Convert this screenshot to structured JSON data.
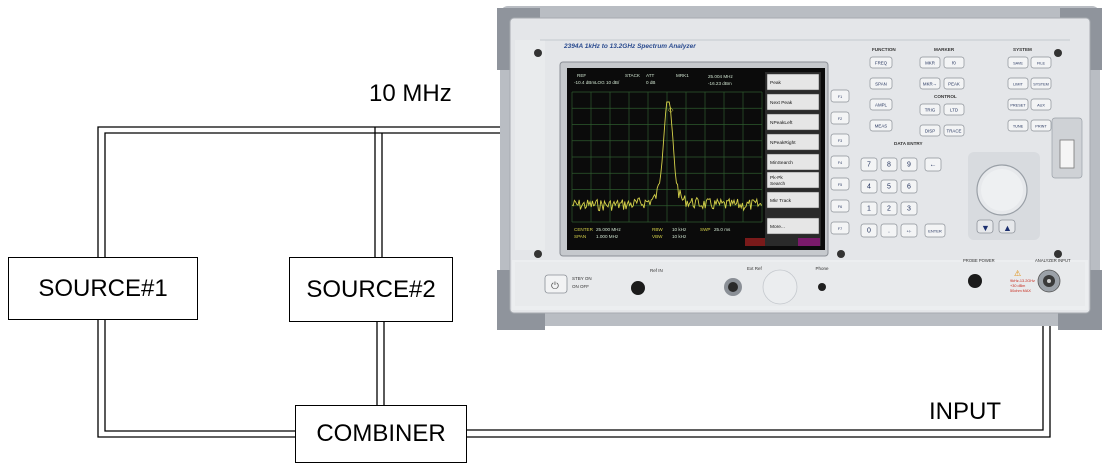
{
  "diagram": {
    "labels": {
      "ref_clock": "10 MHz",
      "input": "INPUT",
      "source1": "SOURCE#1",
      "source2": "SOURCE#2",
      "combiner": "COMBINER"
    },
    "analyzer": {
      "model_title": "2394A 1kHz to 13.2GHz Spectrum Analyzer",
      "sections": {
        "function": "FUNCTION",
        "marker": "MARKER",
        "system": "SYSTEM",
        "control": "CONTROL",
        "data_entry": "DATA ENTRY"
      },
      "function_keys": [
        "FREQ",
        "SPAN",
        "AMPL",
        "MEAS"
      ],
      "marker_keys": [
        "MKR",
        "f0",
        "MKR→",
        "PEAK"
      ],
      "control_keys": [
        "TRIG",
        "LTD",
        "DISP",
        "TRACE"
      ],
      "system_keys": [
        "SAVE",
        "FILE",
        "LIMIT",
        "SYSTEM",
        "PRESET",
        "AUX",
        "TUNE",
        "PRINT"
      ],
      "softkeys": [
        "F1",
        "F2",
        "F3",
        "F4",
        "F5",
        "F6",
        "F7"
      ],
      "keypad": [
        "7",
        "8",
        "9",
        "←",
        "4",
        "5",
        "6",
        "1",
        "2",
        "3",
        "0",
        ".",
        "+/-",
        "ENTER"
      ],
      "screen": {
        "header_left": [
          "REF",
          "-10.4 dBm",
          "LOG 10 dB/"
        ],
        "header_mid": [
          "STACK",
          "ATT",
          "0 dB"
        ],
        "header_right": [
          "MRK1",
          "25.004 MHz",
          "-16.23 dBm"
        ],
        "menu_items": [
          "Peak",
          "Next Peak",
          "NPeakLeft",
          "NPeakRight",
          "MinSearch",
          "Pk-Pk Search",
          "Mkr Track",
          "More..."
        ],
        "footer": [
          "CENTER",
          "25.000 MHz",
          "RBW",
          "10 kHz",
          "SWP",
          "25.0 ms",
          "SPAN",
          "1.000 MHz",
          "VBW",
          "10 kHz"
        ]
      },
      "ports": {
        "standby": "STBY ON",
        "standby_sub": "ON  OFF",
        "ref_in": "Ref IN",
        "ext_ref": "Ext Ref",
        "phone": "Phone",
        "probe_power": "PROBE POWER",
        "analyzer_input": "ANALYZER INPUT"
      },
      "warning_text": [
        "9kHz-13.2GHz",
        "+30 dBm",
        "50ohm MAX"
      ]
    }
  }
}
